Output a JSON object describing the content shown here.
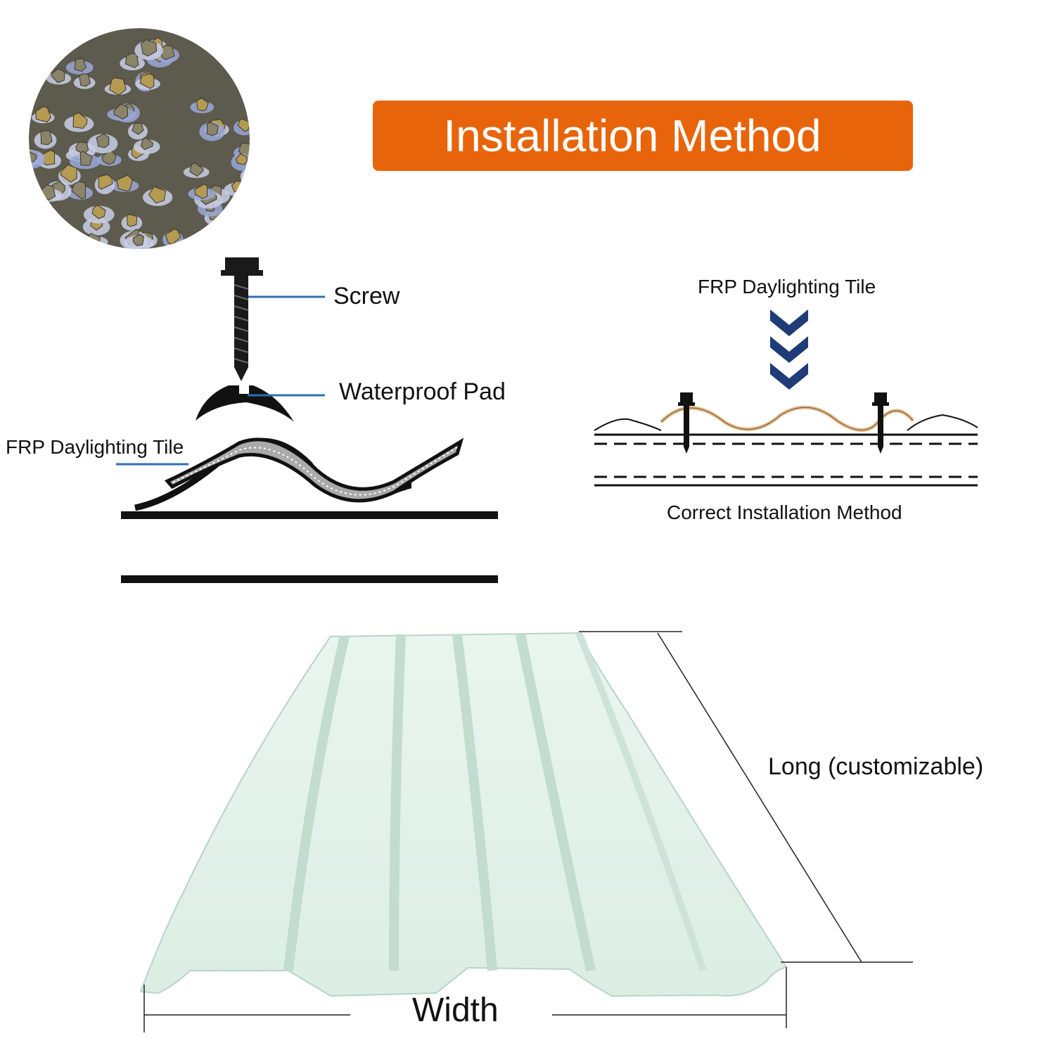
{
  "title": "Installation Method",
  "colors": {
    "banner": "#E8640A",
    "leader_line": "#2F6DB5",
    "arrow_chevron": "#1F3B78",
    "tile_wave": "#E8B982",
    "sheet_fill": "#E4F2EB"
  },
  "photo": {
    "icon": "screws-with-waterproof-washers-photo"
  },
  "diagram_left": {
    "screw_label": "Screw",
    "pad_label": "Waterproof Pad",
    "tile_label": "FRP Daylighting Tile"
  },
  "diagram_right": {
    "tile_label": "FRP Daylighting Tile",
    "caption": "Correct Installation Method"
  },
  "sheet": {
    "length_label": "Long (customizable)",
    "width_label": "Width"
  }
}
